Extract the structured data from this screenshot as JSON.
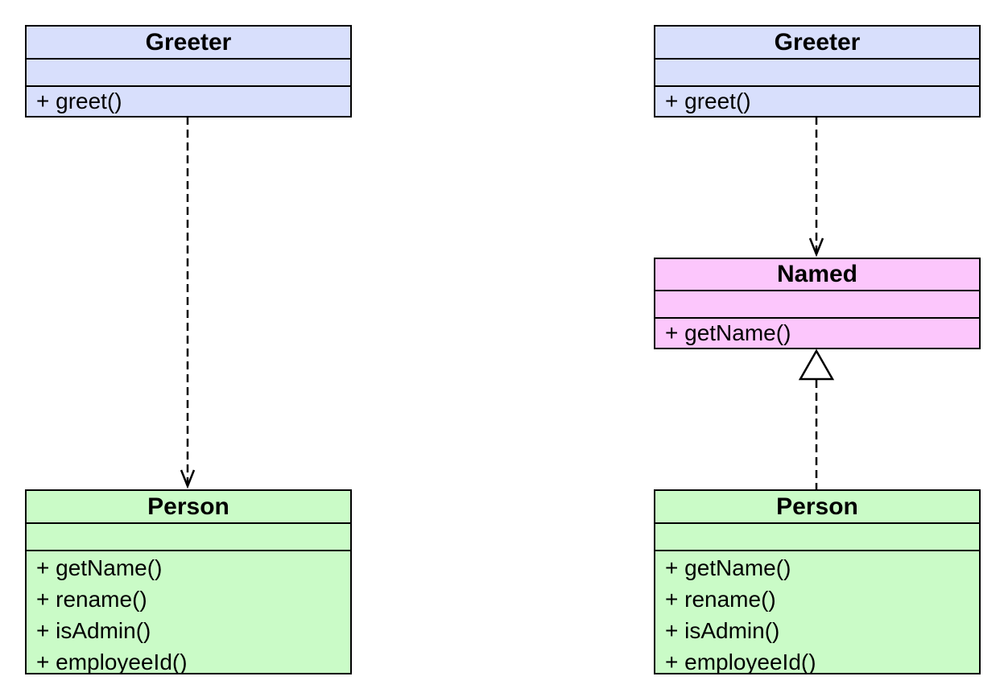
{
  "colors": {
    "greeter_fill": "#d8dffc",
    "named_fill": "#fcc6fc",
    "person_fill": "#cafbc7",
    "line": "#000000"
  },
  "left": {
    "greeter": {
      "name": "Greeter",
      "operations": [
        "+ greet()"
      ]
    },
    "person": {
      "name": "Person",
      "operations": [
        "+ getName()",
        "+ rename()",
        "+ isAdmin()",
        "+ employeeId()"
      ]
    },
    "relation": "dependency"
  },
  "right": {
    "greeter": {
      "name": "Greeter",
      "operations": [
        "+ greet()"
      ]
    },
    "named": {
      "name": "Named",
      "operations": [
        "+ getName()"
      ]
    },
    "person": {
      "name": "Person",
      "operations": [
        "+ getName()",
        "+ rename()",
        "+ isAdmin()",
        "+ employeeId()"
      ]
    },
    "relations": [
      "dependency",
      "realization"
    ]
  }
}
